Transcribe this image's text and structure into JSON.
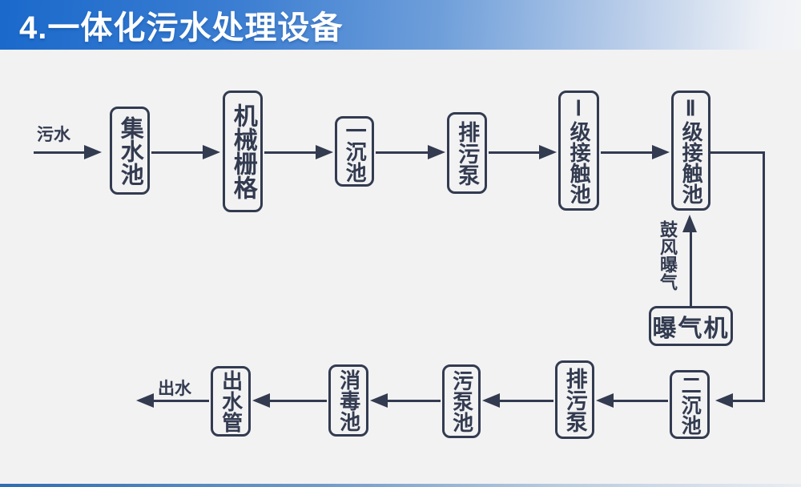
{
  "header": {
    "title": "4.一体化污水处理设备"
  },
  "diagram": {
    "input_label": "污水",
    "output_label": "出水",
    "aeration_label": "鼓风曝气",
    "boxes": {
      "collection_tank": "集水池",
      "mechanical_grid": "机械栅格",
      "primary_sedimentation": "一沉池",
      "sewage_pump_top": "排污泵",
      "level1_contact_tank": "Ⅰ级接触池",
      "level2_contact_tank": "Ⅱ级接触池",
      "aerator": "曝气机",
      "secondary_sedimentation": "二沉池",
      "sewage_pump_bottom": "排污泵",
      "sewage_pump_tank": "污泵池",
      "disinfection_tank": "消毒池",
      "outlet_pipe": "出水管"
    }
  },
  "colors": {
    "ink": "#333b50",
    "header_blue": "#1a69cb",
    "background": "#f2f2f3"
  }
}
